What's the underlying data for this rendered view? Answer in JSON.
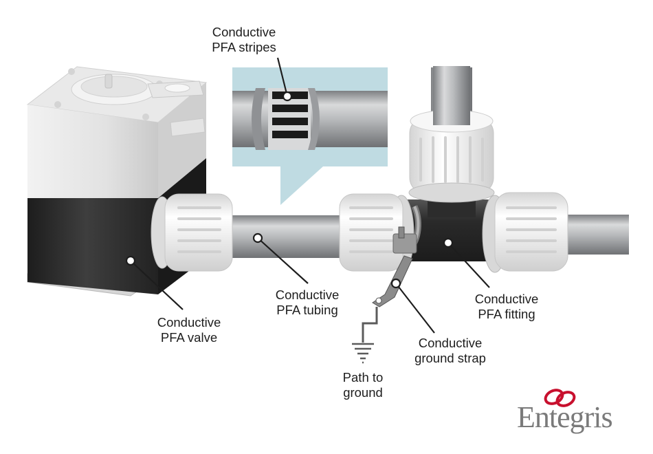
{
  "labels": {
    "stripes": [
      "Conductive",
      "PFA stripes"
    ],
    "valve": [
      "Conductive",
      "PFA valve"
    ],
    "tubing": [
      "Conductive",
      "PFA tubing"
    ],
    "fitting": [
      "Conductive",
      "PFA fitting"
    ],
    "strap": [
      "Conductive",
      "ground strap"
    ],
    "ground": [
      "Path to",
      "ground"
    ]
  },
  "logo": {
    "text": "Entegris",
    "color": "#c8102e"
  },
  "colors": {
    "conductive_black": "#2b2b2b",
    "pfa_white": "#ececec",
    "tube_gray": "#a9abad",
    "inset_blue": "#bfdbe2"
  },
  "icons": [
    "callout-dot-icon",
    "ground-symbol-icon",
    "entegris-logo-icon"
  ]
}
